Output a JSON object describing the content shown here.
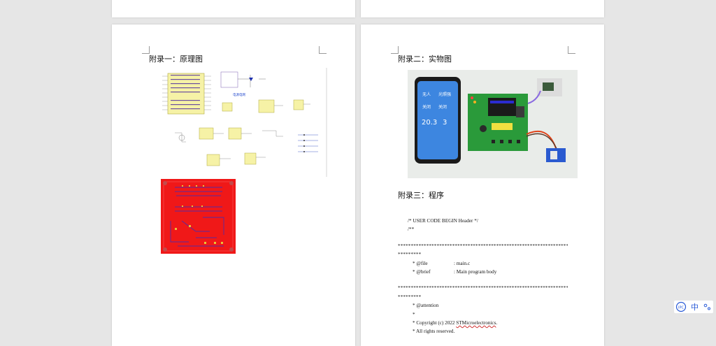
{
  "left_page": {
    "heading": "附录一：原理图",
    "schematic": {
      "title": "电源电网"
    }
  },
  "right_page": {
    "heading_photo": "附录二：实物图",
    "heading_code": "附录三：程序",
    "phone": {
      "labels": [
        "无人",
        "光照强",
        "关闭",
        "关闭"
      ],
      "temp": "20.3",
      "count": "3"
    },
    "code": {
      "line1": "/* USER CODE BEGIN Header */",
      "line2": "/**",
      "stars1a": "**********************************************************************",
      "stars1b": "*********",
      "file_label": "* @file",
      "file_value": ": main.c",
      "brief_label": "* @brief",
      "brief_value": ": Main program body",
      "stars2a": "**********************************************************************",
      "stars2b": "*********",
      "attention": "* @attention",
      "star_only": "*",
      "copyright_prefix": "* Copyright (c) 2022 ",
      "copyright_company": "STMicroelectronics",
      "copyright_suffix": ".",
      "rights": "* All rights reserved."
    }
  },
  "ime": {
    "mode_label": "中",
    "colors": {
      "accent": "#2a5bd7"
    }
  }
}
